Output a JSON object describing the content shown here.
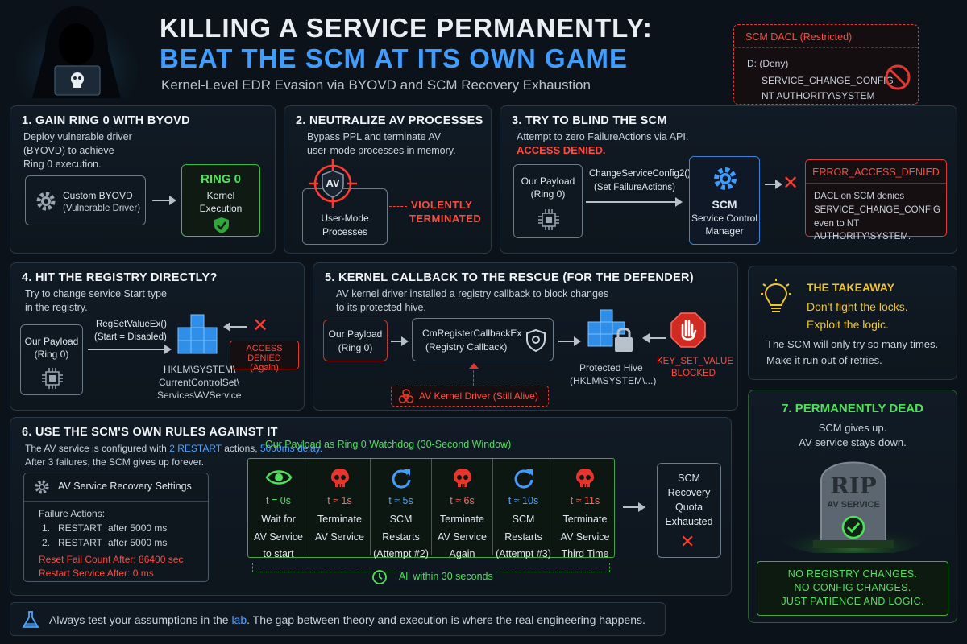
{
  "header": {
    "title_line1": "KILLING A SERVICE PERMANENTLY:",
    "title_line2": "BEAT THE SCM AT ITS OWN GAME",
    "subtitle": "Kernel-Level EDR Evasion via BYOVD and SCM Recovery Exhaustion"
  },
  "dacl_box": {
    "title": "SCM DACL (Restricted)",
    "line1": "D: (Deny)",
    "line2": "SERVICE_CHANGE_CONFIG",
    "line3": "NT AUTHORITY\\SYSTEM"
  },
  "panel1": {
    "title": "1. GAIN RING 0 WITH BYOVD",
    "desc1": "Deploy vulnerable driver",
    "desc2": "(BYOVD) to achieve",
    "desc3": "Ring 0 execution.",
    "driver_label1": "Custom BYOVD",
    "driver_label2": "(Vulnerable Driver)",
    "ring0_title": "RING 0",
    "ring0_label1": "Kernel",
    "ring0_label2": "Execution"
  },
  "panel2": {
    "title": "2. NEUTRALIZE AV PROCESSES",
    "desc1": "Bypass PPL and terminate AV",
    "desc2": "user-mode processes in memory.",
    "av_badge": "AV",
    "proc_label1": "User-Mode",
    "proc_label2": "Processes",
    "result1": "VIOLENTLY",
    "result2": "TERMINATED"
  },
  "panel3": {
    "title": "3. TRY TO BLIND THE SCM",
    "desc": "Attempt to zero FailureActions via API.",
    "denied": "ACCESS DENIED.",
    "payload1": "Our Payload",
    "payload2": "(Ring 0)",
    "api1": "ChangeServiceConfig2()",
    "api2": "(Set FailureActions)",
    "scm_title": "SCM",
    "scm1": "Service Control",
    "scm2": "Manager",
    "error_title": "ERROR_ACCESS_DENIED",
    "error1": "DACL on SCM denies",
    "error2": "SERVICE_CHANGE_CONFIG",
    "error3": "even to NT AUTHORITY\\SYSTEM."
  },
  "panel4": {
    "title": "4. HIT THE REGISTRY DIRECTLY?",
    "desc1": "Try to change service Start type",
    "desc2": "in the registry.",
    "payload1": "Our Payload",
    "payload2": "(Ring 0)",
    "api1": "RegSetValueEx()",
    "api2": "(Start = Disabled)",
    "denied1": "ACCESS DENIED",
    "denied2": "(Again)",
    "path1": "HKLM\\SYSTEM\\",
    "path2": "CurrentControlSet\\",
    "path3": "Services\\AVService"
  },
  "panel5": {
    "title": "5. KERNEL CALLBACK TO THE RESCUE (FOR THE DEFENDER)",
    "desc1": "AV kernel driver installed a registry callback to block changes",
    "desc2": "to its protected hive.",
    "payload1": "Our Payload",
    "payload2": "(Ring 0)",
    "cb1": "CmRegisterCallbackEx",
    "cb2": "(Registry Callback)",
    "hive1": "Protected Hive",
    "hive2": "(HKLM\\SYSTEM\\...)",
    "block1": "KEY_SET_VALUE",
    "block2": "BLOCKED",
    "driver": "AV Kernel Driver (Still Alive)"
  },
  "takeaway": {
    "title": "THE TAKEAWAY",
    "line1": "Don't fight the locks.",
    "line2": "Exploit the logic.",
    "line3": "The SCM will only try so many times.",
    "line4": "Make it run out of retries."
  },
  "panel6": {
    "title": "6. USE THE SCM'S OWN RULES AGAINST IT",
    "desc_pre": "The AV service is configured with ",
    "desc_restart": "2 RESTART",
    "desc_mid": " actions, ",
    "desc_delay": "5000ms delay.",
    "desc2": "After 3 failures, the SCM gives up forever.",
    "settings_title": "AV Service Recovery Settings",
    "failure_actions": "Failure Actions:",
    "action1_num": "1.",
    "action1": "RESTART",
    "action1_after": "after 5000 ms",
    "action2_num": "2.",
    "action2": "RESTART",
    "action2_after": "after 5000 ms",
    "reset": "Reset Fail Count After: 86400 sec",
    "restart_after": "Restart Service After: 0 ms",
    "watchdog": "Our Payload as Ring 0 Watchdog (30-Second Window)",
    "steps": [
      {
        "time": "t = 0s",
        "l1": "Wait for",
        "l2": "AV Service",
        "l3": "to start"
      },
      {
        "time": "t ≈ 1s",
        "l1": "Terminate",
        "l2": "AV Service",
        "l3": ""
      },
      {
        "time": "t ≈ 5s",
        "l1": "SCM",
        "l2": "Restarts",
        "l3": "(Attempt #2)"
      },
      {
        "time": "t ≈ 6s",
        "l1": "Terminate",
        "l2": "AV Service",
        "l3": "Again"
      },
      {
        "time": "t ≈ 10s",
        "l1": "SCM",
        "l2": "Restarts",
        "l3": "(Attempt #3)"
      },
      {
        "time": "t ≈ 11s",
        "l1": "Terminate",
        "l2": "AV Service",
        "l3": "Third Time"
      }
    ],
    "quota1": "SCM",
    "quota2": "Recovery",
    "quota3": "Quota",
    "quota4": "Exhausted",
    "window": "All within 30 seconds"
  },
  "panel7": {
    "title": "7. PERMANENTLY DEAD",
    "line1": "SCM gives up.",
    "line2": "AV service stays down.",
    "rip": "RIP",
    "rip_sub": "AV SERVICE",
    "final1": "NO REGISTRY CHANGES.",
    "final2": "NO CONFIG CHANGES.",
    "final3": "JUST PATIENCE AND LOGIC."
  },
  "footer": {
    "pre": "Always test your assumptions in the ",
    "lab": "lab",
    "post": ". The gap between theory and execution is where the real engineering happens."
  },
  "colors": {
    "accent_blue": "#4aa3ff",
    "danger_red": "#ff4a3d",
    "success_green": "#4ee05b",
    "highlight_yellow": "#f2c530",
    "background": "#0b1219"
  }
}
